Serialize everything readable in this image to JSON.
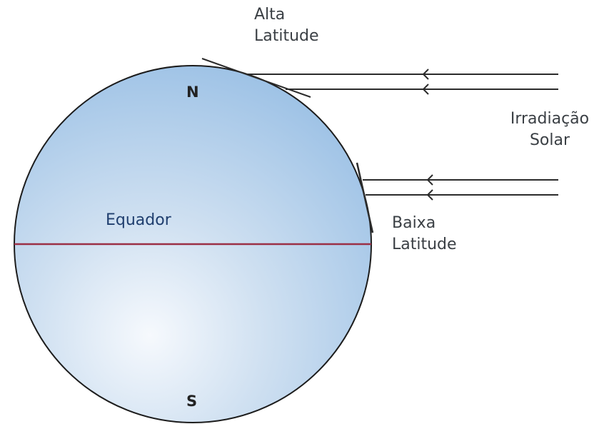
{
  "labels": {
    "high_latitude": [
      "Alta",
      "Latitude"
    ],
    "solar_irradiation": [
      "Irradiação",
      "Solar"
    ],
    "low_latitude": [
      "Baixa",
      "Latitude"
    ],
    "equator": "Equador",
    "north_pole": "N",
    "south_pole": "S"
  },
  "colors": {
    "globe_light": "#f6f9fd",
    "globe_mid": "#cfe0f1",
    "globe_dark": "#8db8e2",
    "globe_outline": "#1c1c1c",
    "equator_line": "#9b2f45",
    "rays": "#2b2b2b"
  }
}
